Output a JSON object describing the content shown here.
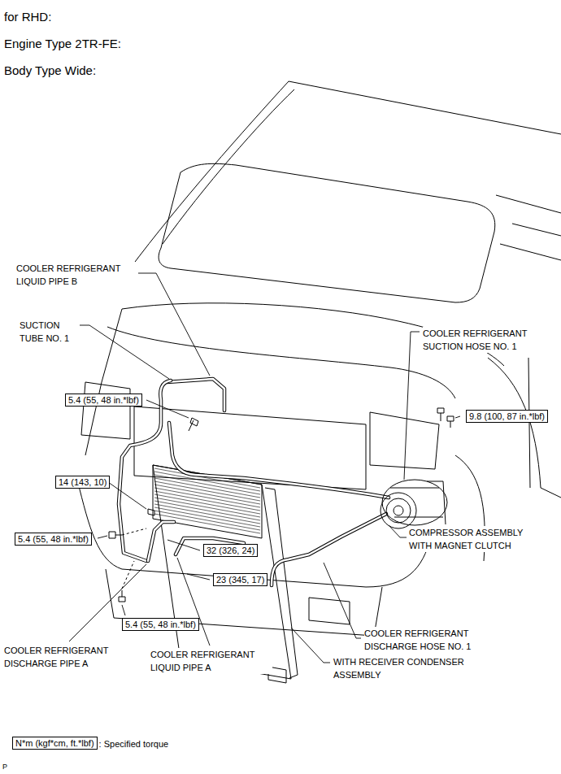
{
  "diagram": {
    "nodes": [
      {
        "text": [
          "5.4 (55, 48 in.*lbf)"
        ]
      },
      {
        "text": [
          "9.8 (100, 87 in.*lbf)"
        ]
      },
      {
        "text": [
          "14 (143, 10)"
        ]
      },
      {
        "text": [
          "5.4 (55, 48 in.*lbf)"
        ]
      },
      {
        "text": [
          "32 (326, 24)"
        ]
      },
      {
        "text": [
          "23 (345, 17)"
        ]
      },
      {
        "text": [
          "5.4 (55, 48 in.*lbf)"
        ]
      },
      {
        "text": [
          "N*m (kgf*cm, ft.*lbf)"
        ]
      }
    ],
    "labels": [
      "for RHD:",
      "Engine Type 2TR-FE:",
      "Body Type Wide:",
      "COOLER REFRIGERANT LIQUID PIPE B",
      "SUCTION TUBE NO. 1",
      "COOLER REFRIGERANT SUCTION HOSE NO. 1",
      "COMPRESSOR ASSEMBLY WITH MAGNET CLUTCH",
      "COOLER REFRIGERANT DISCHARGE HOSE NO. 1",
      "COOLER REFRIGERANT DISCHARGE PIPE A",
      "COOLER REFRIGERANT LIQUID PIPE A",
      "WITH RECEIVER CONDENSER ASSEMBLY",
      ": Specified torque",
      "P"
    ]
  }
}
